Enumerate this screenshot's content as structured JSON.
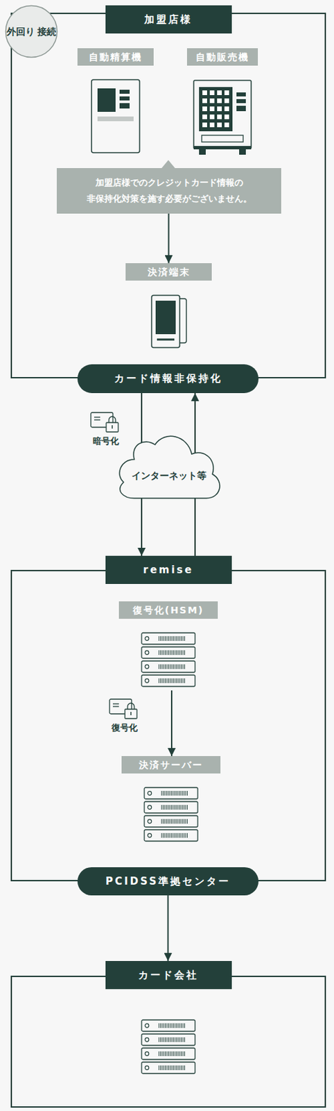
{
  "diagram": {
    "nodes": [
      {
        "text": [
          "外回り 接続"
        ]
      },
      {
        "text": [
          "加盟店様"
        ]
      },
      {
        "text": [
          "自動精算機"
        ],
        "in": 1
      },
      {
        "text": [
          "自動販売機"
        ],
        "in": 1
      },
      {
        "text": [
          "加盟店様でのクレジットカード情報の 非保持化対策を施す必要がございません。"
        ],
        "in": 1
      },
      {
        "text": [
          "決済端末"
        ],
        "in": 1
      },
      {
        "text": [
          "カード情報非保持化"
        ],
        "in": 1
      },
      {
        "text": [
          "インターネット等"
        ]
      },
      {
        "text": [
          "remise"
        ]
      },
      {
        "text": [
          "復号化(HSM)"
        ],
        "in": 8
      },
      {
        "text": [
          "決済サーバー"
        ],
        "in": 8
      },
      {
        "text": [
          "PCIDSS準拠センター"
        ],
        "in": 8
      },
      {
        "text": [
          "カード会社"
        ]
      }
    ],
    "edges": [
      {
        "from": 4,
        "to": 5,
        "arrow": "to"
      },
      {
        "from": 6,
        "to": 8,
        "arrow": "to",
        "label": "暗号化"
      },
      {
        "from": 8,
        "to": 6,
        "arrow": "to"
      },
      {
        "from": 9,
        "to": 10,
        "arrow": "to",
        "label": "復号化"
      },
      {
        "from": 11,
        "to": 12,
        "arrow": "to"
      }
    ]
  }
}
